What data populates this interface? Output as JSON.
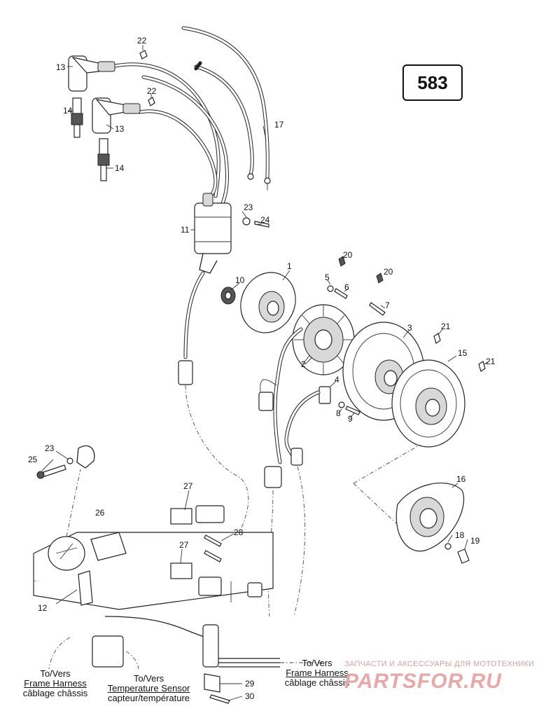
{
  "page_number": "583",
  "callouts": [
    "1",
    "2",
    "3",
    "4",
    "5",
    "6",
    "7",
    "8",
    "9",
    "10",
    "11",
    "12",
    "13",
    "13",
    "14",
    "14",
    "15",
    "16",
    "17",
    "18",
    "19",
    "20",
    "20",
    "21",
    "21",
    "22",
    "22",
    "23",
    "23",
    "24",
    "25",
    "26",
    "27",
    "27",
    "28",
    "29",
    "30"
  ],
  "destinations": {
    "frame_harness_left": {
      "en": "To/Vers",
      "line1": "Frame Harness",
      "line2": "câblage châssis"
    },
    "temp_sensor": {
      "en": "To/Vers",
      "line1": "Temperature Sensor",
      "line2": "capteur/température"
    },
    "frame_harness_right": {
      "en": "To/Vers",
      "line1": "Frame Harness",
      "line2": "câblage châssis"
    }
  },
  "watermark": {
    "caption": "ЗАПЧАСТИ И АКСЕССУАРЫ ДЛЯ МОТОТЕХНИКИ",
    "logo": "PARTSFOR.RU"
  }
}
